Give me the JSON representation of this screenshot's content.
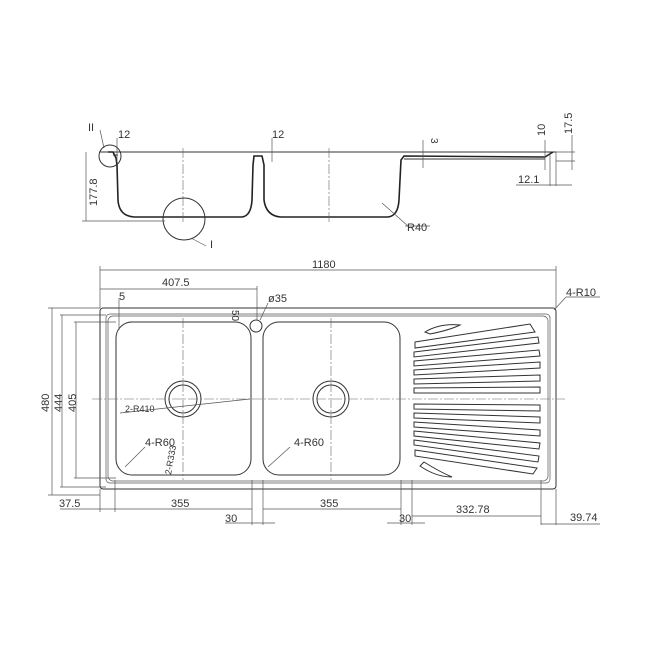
{
  "drawing": {
    "title": "Double bowl kitchen sink with drainboard - technical drawing",
    "section_view": {
      "labels": {
        "detail_II": "II",
        "detail_I": "I",
        "rim_left": "12",
        "rim_mid": "12",
        "depth": "177.8",
        "drain_step": "3",
        "edge_10": "10",
        "edge_17_5": "17.5",
        "edge_12_1": "12.1",
        "corner_radius": "R40"
      }
    },
    "plan_view": {
      "labels": {
        "overall_length": "1180",
        "bowl_offset": "407.5",
        "rim_5": "5",
        "tap_hole_offset": "50",
        "tap_hole_dia": "ø35",
        "corner_radius": "4-R10",
        "overall_width": "480",
        "inner_width": "444",
        "bowl_width": "405",
        "bowl_radius_a": "2-R410",
        "bowl_radius_b": "2-R333",
        "bowl_corner_left": "4-R60",
        "bowl_corner_right": "4-R60"
      },
      "bottom_dimensions": [
        "37.5",
        "355",
        "30",
        "355",
        "30",
        "332.78",
        "39.74"
      ]
    }
  }
}
